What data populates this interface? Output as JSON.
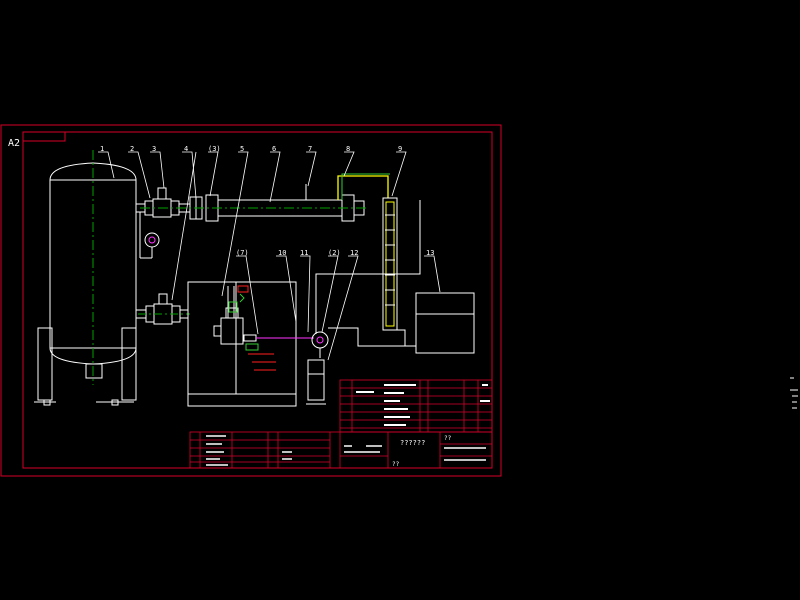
{
  "sheet": {
    "size_label": "A2"
  },
  "colors": {
    "background": "#000000",
    "frame": "#d6002a",
    "line": "#ffffff",
    "center": "#00a000",
    "accent_yellow": "#ffff00",
    "accent_green": "#33cc33",
    "accent_magenta": "#ff33ff",
    "accent_red": "#ff2020"
  },
  "callouts": [
    {
      "id": "c1",
      "label": "1"
    },
    {
      "id": "c2",
      "label": "2"
    },
    {
      "id": "c3",
      "label": "3"
    },
    {
      "id": "c4",
      "label": "4"
    },
    {
      "id": "c3p",
      "label": "(3)"
    },
    {
      "id": "c5",
      "label": "5"
    },
    {
      "id": "c6",
      "label": "6"
    },
    {
      "id": "c7",
      "label": "7"
    },
    {
      "id": "c8",
      "label": "8"
    },
    {
      "id": "c9",
      "label": "9"
    },
    {
      "id": "c7p",
      "label": "(7)"
    },
    {
      "id": "c10",
      "label": "10"
    },
    {
      "id": "c11",
      "label": "11"
    },
    {
      "id": "c2p",
      "label": "(2)"
    },
    {
      "id": "c12",
      "label": "12"
    },
    {
      "id": "c13",
      "label": "13"
    }
  ],
  "title_block": {
    "drawing_name": "??????",
    "sheet_mark": "??",
    "company_mark": "??"
  }
}
